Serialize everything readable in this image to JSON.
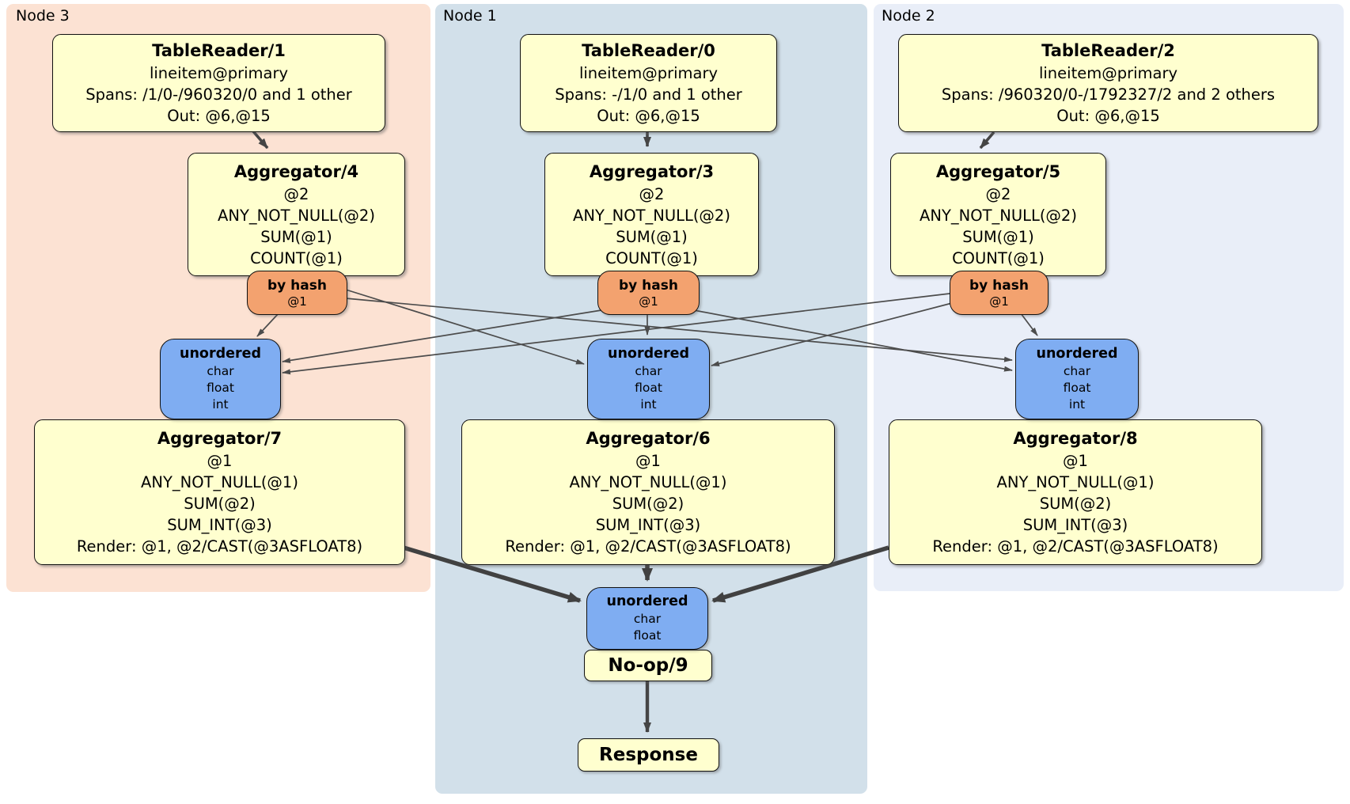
{
  "regions": {
    "node3": {
      "label": "Node 3",
      "color": "#fce2d3"
    },
    "node1": {
      "label": "Node 1",
      "color": "#d2e0ea"
    },
    "node2": {
      "label": "Node 2",
      "color": "#e9eef8"
    }
  },
  "colors": {
    "processor_fill": "#ffffcf",
    "hash_router_fill": "#f3a26f",
    "sync_fill": "#7fadf2",
    "edge": "#4c4c4c"
  },
  "boxes": {
    "tr1": {
      "title": "TableReader/1",
      "lines": [
        "lineitem@primary",
        "Spans: /1/0-/960320/0 and 1 other",
        "Out: @6,@15"
      ]
    },
    "tr0": {
      "title": "TableReader/0",
      "lines": [
        "lineitem@primary",
        "Spans: -/1/0 and 1 other",
        "Out: @6,@15"
      ]
    },
    "tr2": {
      "title": "TableReader/2",
      "lines": [
        "lineitem@primary",
        "Spans: /960320/0-/1792327/2 and 2 others",
        "Out: @6,@15"
      ]
    },
    "agg4": {
      "title": "Aggregator/4",
      "lines": [
        "@2",
        "ANY_NOT_NULL(@2)",
        "SUM(@1)",
        "COUNT(@1)"
      ]
    },
    "agg3": {
      "title": "Aggregator/3",
      "lines": [
        "@2",
        "ANY_NOT_NULL(@2)",
        "SUM(@1)",
        "COUNT(@1)"
      ]
    },
    "agg5": {
      "title": "Aggregator/5",
      "lines": [
        "@2",
        "ANY_NOT_NULL(@2)",
        "SUM(@1)",
        "COUNT(@1)"
      ]
    },
    "hash": {
      "title": "by hash",
      "sub": "@1"
    },
    "sync3": {
      "title": "unordered",
      "lines": [
        "char",
        "float",
        "int"
      ]
    },
    "agg7": {
      "title": "Aggregator/7",
      "lines": [
        "@1",
        "ANY_NOT_NULL(@1)",
        "SUM(@2)",
        "SUM_INT(@3)",
        "Render: @1, @2/CAST(@3ASFLOAT8)"
      ]
    },
    "agg6": {
      "title": "Aggregator/6",
      "lines": [
        "@1",
        "ANY_NOT_NULL(@1)",
        "SUM(@2)",
        "SUM_INT(@3)",
        "Render: @1, @2/CAST(@3ASFLOAT8)"
      ]
    },
    "agg8": {
      "title": "Aggregator/8",
      "lines": [
        "@1",
        "ANY_NOT_NULL(@1)",
        "SUM(@2)",
        "SUM_INT(@3)",
        "Render: @1, @2/CAST(@3ASFLOAT8)"
      ]
    },
    "sync2": {
      "title": "unordered",
      "lines": [
        "char",
        "float"
      ]
    },
    "noop": {
      "title": "No-op/9"
    },
    "response": {
      "title": "Response"
    }
  }
}
